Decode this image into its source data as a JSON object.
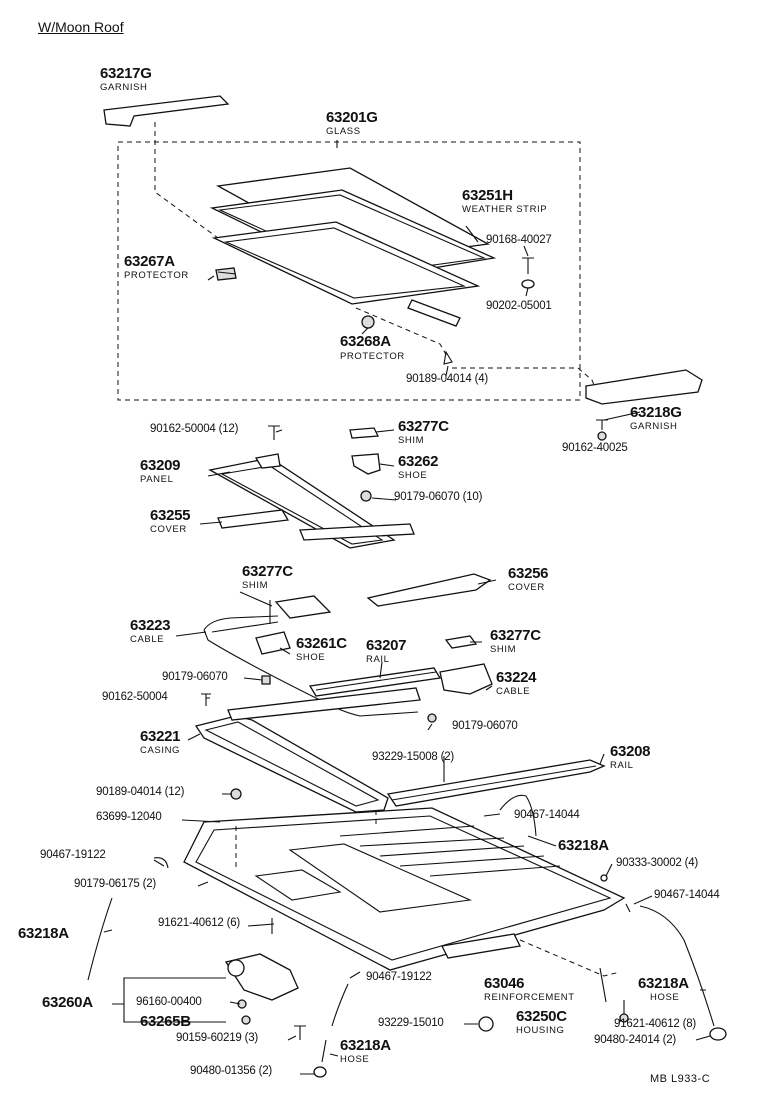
{
  "title": "W/Moon Roof",
  "footer": "MB  L933-C",
  "parts": {
    "p63217G": {
      "num": "63217G",
      "name": "GARNISH"
    },
    "p63201G": {
      "num": "63201G",
      "name": "GLASS"
    },
    "p63251H": {
      "num": "63251H",
      "name": "WEATHER STRIP"
    },
    "p63267A": {
      "num": "63267A",
      "name": "PROTECTOR"
    },
    "p63268A": {
      "num": "63268A",
      "name": "PROTECTOR"
    },
    "p63218G": {
      "num": "63218G",
      "name": "GARNISH"
    },
    "p63277C_a": {
      "num": "63277C",
      "name": "SHIM"
    },
    "p63262": {
      "num": "63262",
      "name": "SHOE"
    },
    "p63209": {
      "num": "63209",
      "name": "PANEL"
    },
    "p63255": {
      "num": "63255",
      "name": "COVER"
    },
    "p63277C_b": {
      "num": "63277C",
      "name": "SHIM"
    },
    "p63256": {
      "num": "63256",
      "name": "COVER"
    },
    "p63223": {
      "num": "63223",
      "name": "CABLE"
    },
    "p63261C": {
      "num": "63261C",
      "name": "SHOE"
    },
    "p63207": {
      "num": "63207",
      "name": "RAIL"
    },
    "p63277C_c": {
      "num": "63277C",
      "name": "SHIM"
    },
    "p63224": {
      "num": "63224",
      "name": "CABLE"
    },
    "p63221": {
      "num": "63221",
      "name": "CASING"
    },
    "p63208": {
      "num": "63208",
      "name": "RAIL"
    },
    "p63218A_r": {
      "num": "63218A"
    },
    "p63218A_l": {
      "num": "63218A"
    },
    "p63260A": {
      "num": "63260A"
    },
    "p63265B": {
      "num": "63265B"
    },
    "p63046": {
      "num": "63046",
      "name": "REINFORCEMENT"
    },
    "p63250C": {
      "num": "63250C",
      "name": "HOUSING"
    },
    "p63218A_hr": {
      "num": "63218A",
      "name": "HOSE"
    },
    "p63218A_hb": {
      "num": "63218A",
      "name": "HOSE"
    }
  },
  "fasteners": {
    "f90168_40027": "90168-40027",
    "f90202_05001": "90202-05001",
    "f90189_04014_4": "90189-04014 (4)",
    "f90162_50004_12": "90162-50004 (12)",
    "f90162_40025": "90162-40025",
    "f90179_06070_10": "90179-06070 (10)",
    "f90179_06070_a": "90179-06070",
    "f90162_50004": "90162-50004",
    "f90179_06070_b": "90179-06070",
    "f93229_15008_2": "93229-15008 (2)",
    "f90189_04014_12": "90189-04014 (12)",
    "f63699_12040": "63699-12040",
    "f90467_14044_a": "90467-14044",
    "f90467_19122_a": "90467-19122",
    "f90333_30002_4": "90333-30002 (4)",
    "f90179_06175_2": "90179-06175 (2)",
    "f90467_14044_b": "90467-14044",
    "f91621_40612_6": "91621-40612 (6)",
    "f96160_00400": "96160-00400",
    "f90467_19122_b": "90467-19122",
    "f93229_15010": "93229-15010",
    "f91621_40612_8": "91621-40612 (8)",
    "f90159_60219_3": "90159-60219 (3)",
    "f90480_24014_2": "90480-24014 (2)",
    "f90480_01356_2": "90480-01356 (2)"
  }
}
